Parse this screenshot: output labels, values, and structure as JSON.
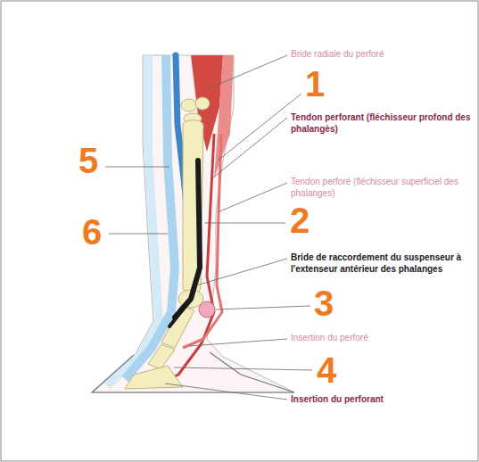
{
  "diagram": {
    "labels": [
      "Bride radiale du perforé",
      "1",
      "Tendon perforant (fléchisseur profond des phalangès)",
      "Tendon perforé (fléchisseur superficiel des phalanges)",
      "5",
      "2",
      "6",
      "Bride de raccordement du suspenseur à l'extenseur antérieur des phalanges",
      "3",
      "Insertion du perforé",
      "4",
      "Insertion du perforant"
    ]
  }
}
